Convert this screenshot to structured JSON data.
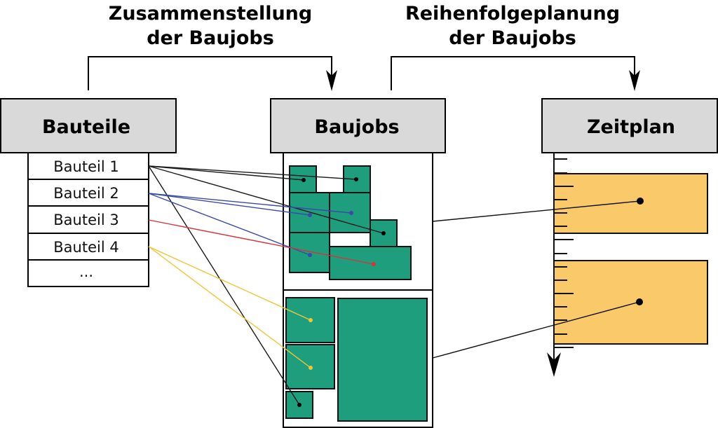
{
  "processes": [
    {
      "id": "assembly",
      "label_lines": [
        "Zusammenstellung",
        "der Baujobs"
      ]
    },
    {
      "id": "sequencing",
      "label_lines": [
        "Reihenfolgeplanung",
        "der Baujobs"
      ]
    }
  ],
  "columns": {
    "parts": {
      "title": "Bauteile",
      "items": [
        "Bauteil 1",
        "Bauteil 2",
        "Bauteil 3",
        "Bauteil 4",
        "..."
      ]
    },
    "jobs": {
      "title": "Baujobs",
      "job_count": 2
    },
    "schedule": {
      "title": "Zeitplan"
    }
  },
  "colors": {
    "header_fill": "#d9d9d9",
    "job_block": "#1f9e7d",
    "schedule_block": "#fac96a",
    "bauteil_1": "#1a1a1a",
    "bauteil_2": "#3a4aa8",
    "bauteil_3": "#d9333a",
    "bauteil_4": "#efc53a"
  },
  "connections": [
    {
      "from": "Bauteil 1",
      "to_job": 1,
      "placements": 3
    },
    {
      "from": "Bauteil 1",
      "to_job": 2,
      "placements": 1
    },
    {
      "from": "Bauteil 2",
      "to_job": 1,
      "placements": 3
    },
    {
      "from": "Bauteil 3",
      "to_job": 1,
      "placements": 1
    },
    {
      "from": "Bauteil 4",
      "to_job": 2,
      "placements": 2
    }
  ],
  "schedule_links": [
    {
      "job": 1,
      "slot": 1
    },
    {
      "job": 2,
      "slot": 2
    }
  ]
}
